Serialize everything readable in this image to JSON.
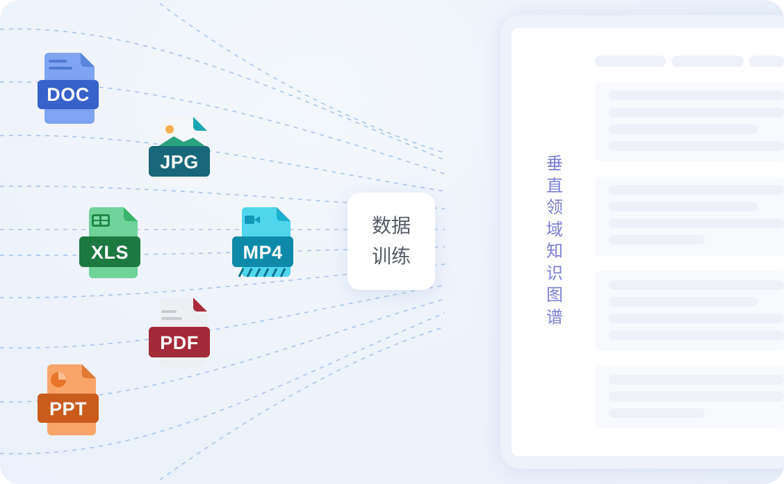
{
  "files": [
    {
      "id": "doc",
      "label": "DOC",
      "icon": "doc-file-icon",
      "color": "#4a74d6"
    },
    {
      "id": "jpg",
      "label": "JPG",
      "icon": "jpg-file-icon",
      "color": "#16657a"
    },
    {
      "id": "xls",
      "label": "XLS",
      "icon": "xls-file-icon",
      "color": "#1f8a47"
    },
    {
      "id": "mp4",
      "label": "MP4",
      "icon": "mp4-file-icon",
      "color": "#1197b8"
    },
    {
      "id": "pdf",
      "label": "PDF",
      "icon": "pdf-file-icon",
      "color": "#a92c3a"
    },
    {
      "id": "ppt",
      "label": "PPT",
      "icon": "ppt-file-icon",
      "color": "#d86a23"
    }
  ],
  "center": {
    "label": "数据训练"
  },
  "panel": {
    "title": "垂直领域知识图谱"
  }
}
